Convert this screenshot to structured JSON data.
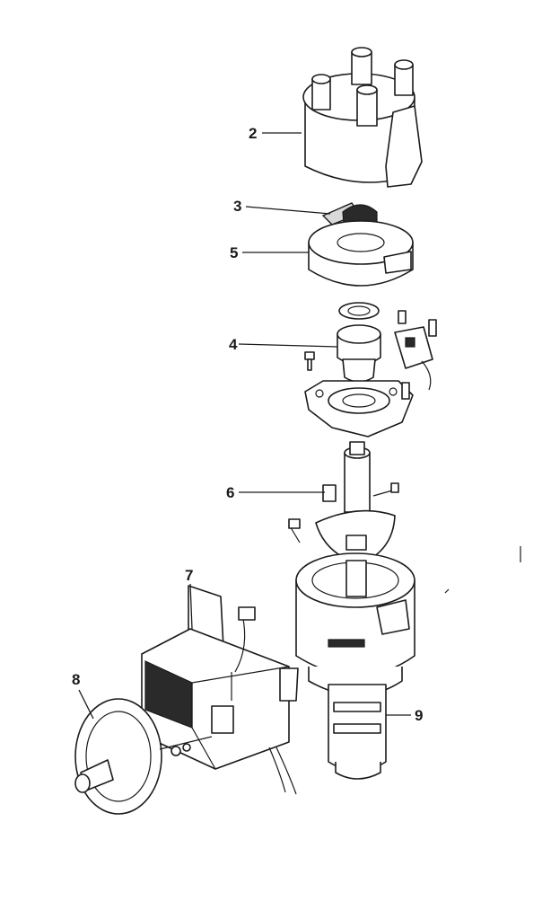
{
  "callouts": {
    "c2": "2",
    "c3": "3",
    "c4": "4",
    "c5": "5",
    "c6": "6",
    "c7": "7",
    "c8": "8",
    "c9": "9"
  },
  "colors": {
    "ink": "#1a1a1a",
    "paper": "#ffffff",
    "shade": "#2a2a2a"
  }
}
